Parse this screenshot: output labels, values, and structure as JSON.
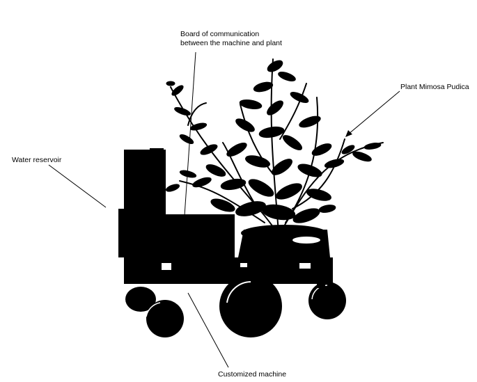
{
  "labels": {
    "board_line1": "Board of communication",
    "board_line2": "between the machine and plant",
    "plant": "Plant Mimosa Pudica",
    "water": "Water reservoir",
    "machine": "Customized machine"
  },
  "colors": {
    "silhouette": "#000000",
    "background": "#ffffff",
    "highlight": "#ffffff"
  }
}
